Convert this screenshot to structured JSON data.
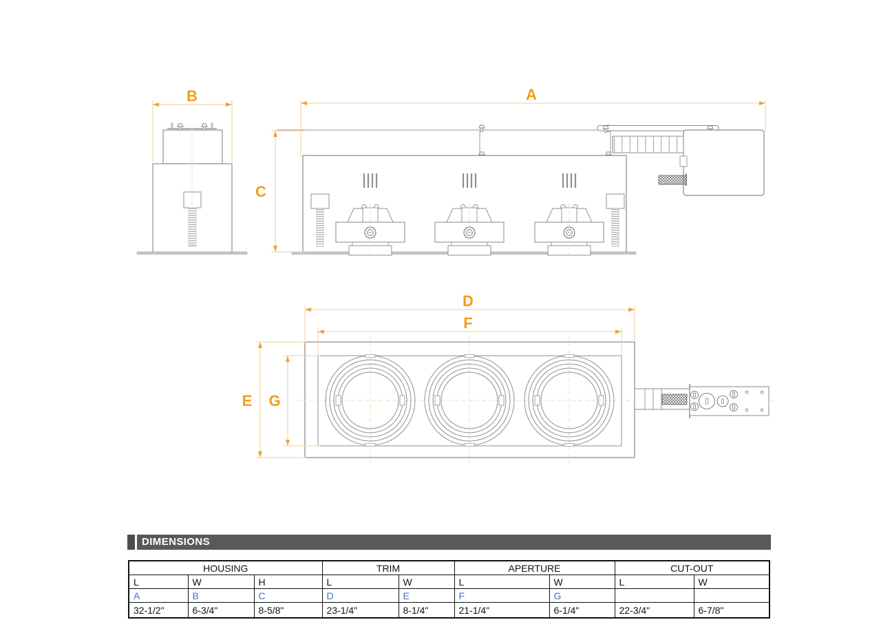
{
  "colors": {
    "dimension_label_orange": "#F59C18",
    "dimension_line_tan": "#F2CE96",
    "arrow_orange": "#F2A231",
    "drawing_gray": "#8F8F8F",
    "table_letter_blue": "#4472C4",
    "header_bar_gray": "#59595B"
  },
  "drawing": {
    "labels": {
      "a": "A",
      "b": "B",
      "c": "C",
      "d": "D",
      "e": "E",
      "f": "F",
      "g": "G"
    }
  },
  "section_header": {
    "title": "DIMENSIONS"
  },
  "dimensions_table": {
    "groups": [
      {
        "label": "HOUSING"
      },
      {
        "label": "TRIM"
      },
      {
        "label": "APERTURE"
      },
      {
        "label": "CUT-OUT"
      }
    ],
    "subheaders": [
      "L",
      "W",
      "H",
      "L",
      "W",
      "L",
      "W",
      "L",
      "W"
    ],
    "letters": [
      "A",
      "B",
      "C",
      "D",
      "E",
      "F",
      "G",
      "",
      ""
    ],
    "values": [
      "32-1/2\"",
      "6-3/4\"",
      "8-5/8\"",
      "23-1/4\"",
      "8-1/4\"",
      "21-1/4\"",
      "6-1/4\"",
      "22-3/4\"",
      "6-7/8\""
    ]
  }
}
